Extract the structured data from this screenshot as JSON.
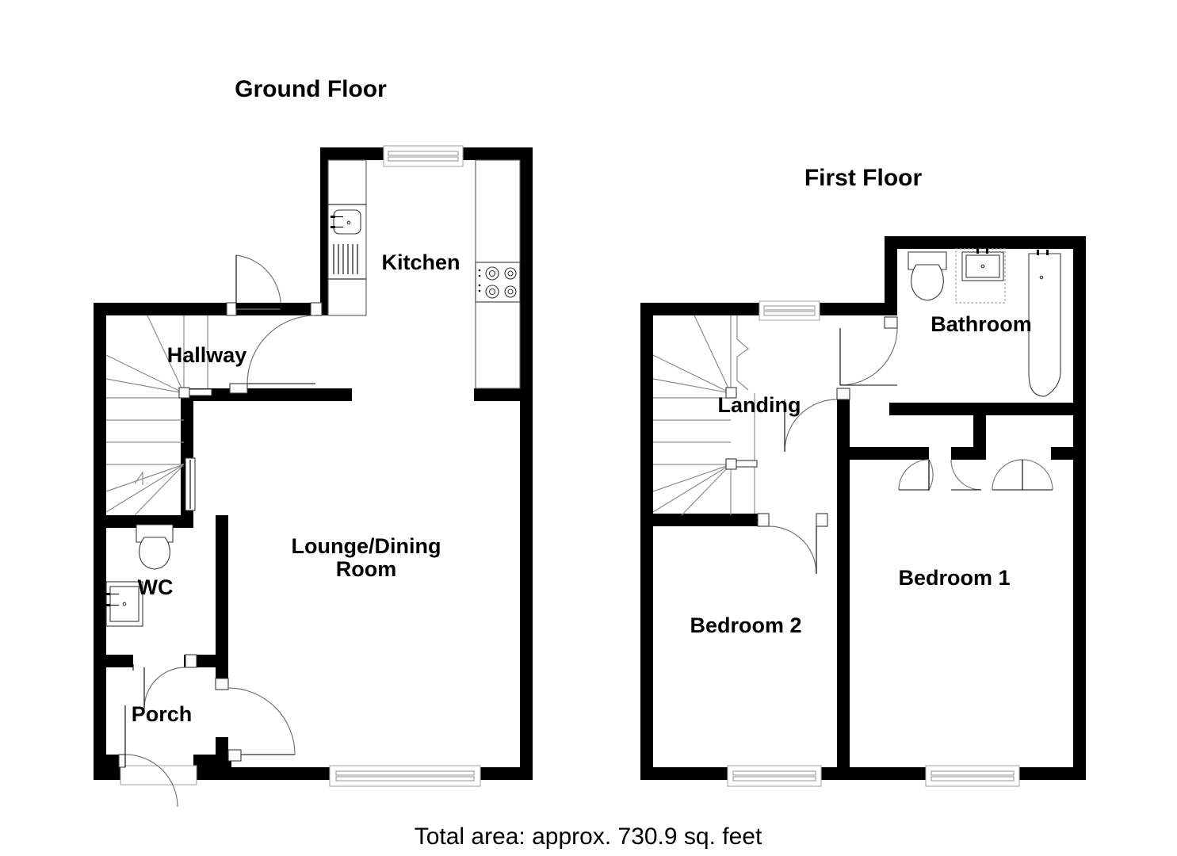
{
  "document": {
    "type": "residential-floor-plan",
    "total_area_text": "Total area: approx. 730.9 sq. feet",
    "background_color": "#ffffff",
    "wall_color": "#000000",
    "text_color": "#000000"
  },
  "floors": [
    {
      "id": "ground",
      "title": "Ground Floor",
      "rooms": [
        {
          "id": "kitchen",
          "label": "Kitchen"
        },
        {
          "id": "hallway",
          "label": "Hallway"
        },
        {
          "id": "lounge-dining",
          "label_line1": "Lounge/Dining",
          "label_line2": "Room"
        },
        {
          "id": "wc",
          "label": "WC"
        },
        {
          "id": "porch",
          "label": "Porch"
        }
      ],
      "fixtures": [
        "kitchen-sink-with-drainer",
        "kitchen-hob-four-burner",
        "kitchen-base-units",
        "wc-toilet",
        "wc-basin",
        "winder-staircase-up"
      ],
      "windows": 2,
      "doors": 4
    },
    {
      "id": "first",
      "title": "First Floor",
      "rooms": [
        {
          "id": "bathroom",
          "label": "Bathroom"
        },
        {
          "id": "landing",
          "label": "Landing"
        },
        {
          "id": "bedroom-1",
          "label": "Bedroom 1"
        },
        {
          "id": "bedroom-2",
          "label": "Bedroom 2"
        }
      ],
      "fixtures": [
        "bathroom-toilet",
        "bathroom-basin",
        "bathroom-bath",
        "built-in-wardrobes",
        "winder-staircase-down"
      ],
      "windows": 3,
      "doors": 3
    }
  ]
}
